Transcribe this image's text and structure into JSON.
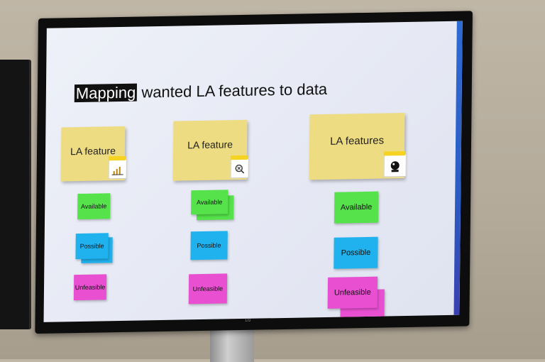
{
  "slide": {
    "title_highlight": "Mapping",
    "title_rest": "wanted LA features to data"
  },
  "columns": [
    {
      "feature": "LA feature",
      "icon": "bar-chart-icon",
      "available": "Available",
      "possible": "Possible",
      "unfeasible": "Unfeasible"
    },
    {
      "feature": "LA feature",
      "icon": "magnifier-icon",
      "available": "Available",
      "possible": "Possible",
      "unfeasible": "Unfeasible"
    },
    {
      "feature": "LA features",
      "icon": "crystal-ball-icon",
      "available": "Available",
      "possible": "Possible",
      "unfeasible": "Unfeasible"
    }
  ],
  "colors": {
    "feature_note": "#eedc82",
    "available": "#55e24a",
    "possible": "#20b2ee",
    "unfeasible": "#e84fd1",
    "accent_bar": "#2f6bd4"
  }
}
